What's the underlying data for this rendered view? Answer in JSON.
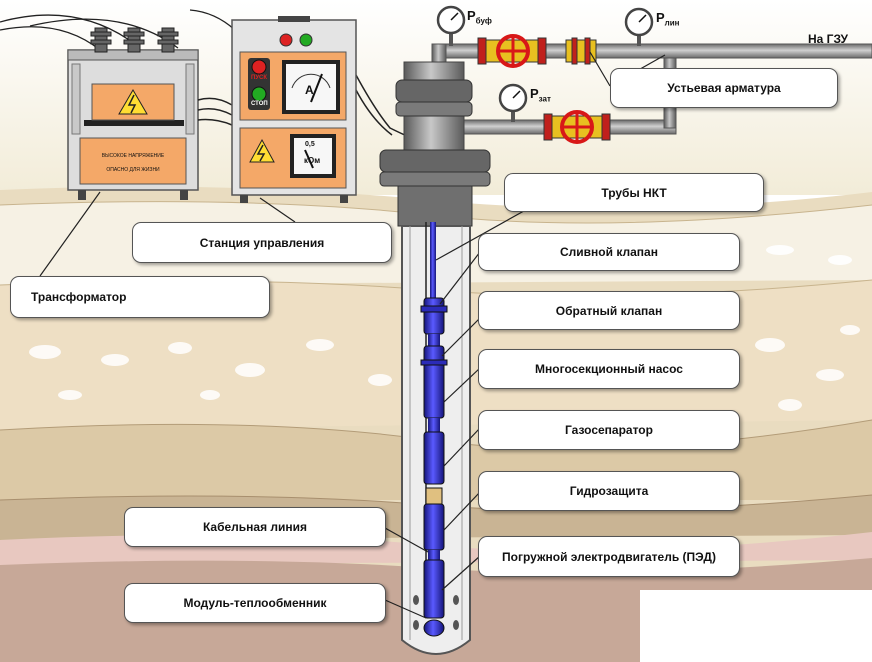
{
  "labels": {
    "ustevaya_armatura": "Устьевая арматура",
    "truby_nkt": "Трубы НКТ",
    "slivnoy_klapan": "Сливной клапан",
    "obratny_klapan": "Обратный клапан",
    "nasos": "Многосекционный насос",
    "gazoseparator": "Газосепаратор",
    "gidrozashchita": "Гидрозащита",
    "ped": "Погружной электродвигатель (ПЭД)",
    "stanciya": "Станция управления",
    "transformator": "Трансформатор",
    "kabel": "Кабельная линия",
    "modul": "Модуль-теплообменник"
  },
  "gauges": {
    "p_buf_main": "P",
    "p_buf_sub": "буф",
    "p_lin_main": "P",
    "p_lin_sub": "лин",
    "p_zat_main": "P",
    "p_zat_sub": "зат"
  },
  "flow_text": "На ГЗУ",
  "control_station": {
    "start": "ПУСК",
    "stop": "СТОП",
    "ammeter": "A",
    "megohm": "0,5",
    "megohm_unit": "кОм"
  },
  "transformer_plate": [
    "ВЫСОКОЕ НАПРЯЖЕНИЕ",
    "ОПАСНО ДЛЯ ЖИЗНИ"
  ],
  "colors": {
    "pump": "#2b2bb8",
    "valve_wheel": "#d81818",
    "valve_body": "#e8c020",
    "panel": "#f4a868",
    "casing": "#555555"
  }
}
